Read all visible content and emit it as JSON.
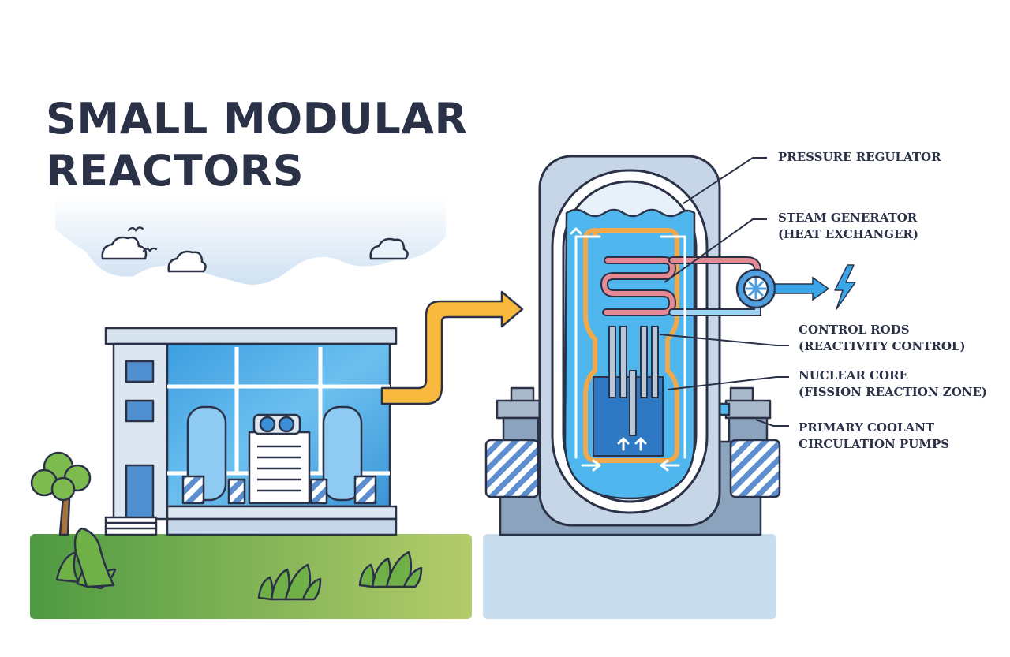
{
  "title": {
    "line1": "SMALL MODULAR",
    "line2": "REACTORS"
  },
  "labels": {
    "pressure_regulator": "PRESSURE REGULATOR",
    "steam_generator": {
      "line1": "STEAM GENERATOR",
      "line2": "(HEAT EXCHANGER)"
    },
    "control_rods": {
      "line1": "CONTROL RODS",
      "line2": "(REACTIVITY CONTROL)"
    },
    "nuclear_core": {
      "line1": "NUCLEAR CORE",
      "line2": "(FISSION REACTION ZONE)"
    },
    "primary_coolant": {
      "line1": "PRIMARY COOLANT",
      "line2": "CIRCULATION PUMPS"
    }
  },
  "colors": {
    "outline": "#2b3248",
    "water": "#4fb6ee",
    "hot_pipe": "#e58a92",
    "cold_pipe": "#9fd3f5",
    "core": "#2f78c4",
    "arrow": "#f9b93f",
    "ground_dark": "#4e9a42",
    "ground_light": "#b4cc6a"
  }
}
